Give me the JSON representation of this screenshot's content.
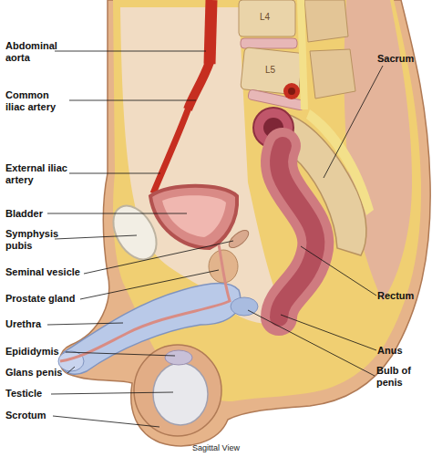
{
  "diagram": {
    "caption": "Sagittal View",
    "labels": [
      "Abdominal aorta",
      "Common iliac artery",
      "External iliac artery",
      "Bladder",
      "Symphysis pubis",
      "Seminal vesicle",
      "Prostate gland",
      "Urethra",
      "Epididymis",
      "Glans penis",
      "Testicle",
      "Scrotum",
      "Sacrum",
      "Rectum",
      "Anus",
      "Bulb of penis",
      "L4",
      "L5"
    ]
  }
}
